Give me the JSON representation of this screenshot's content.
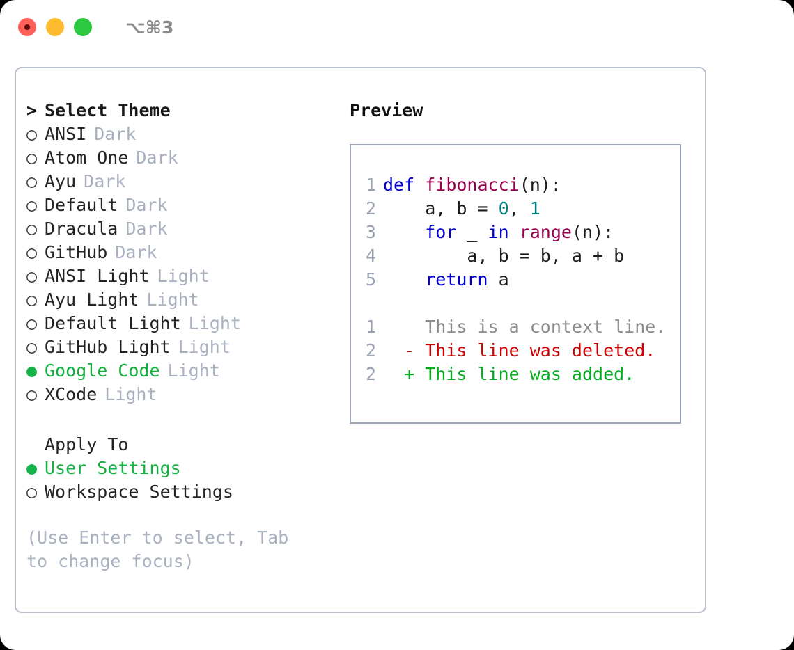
{
  "window": {
    "shortcut": "⌥⌘3",
    "traffic_lights": [
      {
        "name": "close",
        "color": "#ff6058"
      },
      {
        "name": "minimize",
        "color": "#fdbc2f"
      },
      {
        "name": "maximize",
        "color": "#2bc840"
      }
    ]
  },
  "theme_picker": {
    "prompt_marker": ">",
    "heading": "Select Theme",
    "bullet_selected": "●",
    "bullet_unselected": "○",
    "items": [
      {
        "label": "ANSI",
        "tag": "Dark",
        "selected": false
      },
      {
        "label": "Atom One",
        "tag": "Dark",
        "selected": false
      },
      {
        "label": "Ayu",
        "tag": "Dark",
        "selected": false
      },
      {
        "label": "Default",
        "tag": "Dark",
        "selected": false
      },
      {
        "label": "Dracula",
        "tag": "Dark",
        "selected": false
      },
      {
        "label": "GitHub",
        "tag": "Dark",
        "selected": false
      },
      {
        "label": "ANSI Light",
        "tag": "Light",
        "selected": false
      },
      {
        "label": "Ayu Light",
        "tag": "Light",
        "selected": false
      },
      {
        "label": "Default Light",
        "tag": "Light",
        "selected": false
      },
      {
        "label": "GitHub Light",
        "tag": "Light",
        "selected": false
      },
      {
        "label": "Google Code",
        "tag": "Light",
        "selected": true
      },
      {
        "label": "XCode",
        "tag": "Light",
        "selected": false
      }
    ]
  },
  "apply_to": {
    "heading": "Apply To",
    "options": [
      {
        "label": "User Settings",
        "selected": true
      },
      {
        "label": "Workspace Settings",
        "selected": false
      }
    ]
  },
  "hint": "(Use Enter to select, Tab to change focus)",
  "preview": {
    "title": "Preview",
    "code_lines": [
      {
        "number": "1",
        "tokens": [
          {
            "text": "def ",
            "type": "kw"
          },
          {
            "text": "fibonacci",
            "type": "fn"
          },
          {
            "text": "(n):",
            "type": "punct"
          }
        ]
      },
      {
        "number": "2",
        "tokens": [
          {
            "text": "    a, b = ",
            "type": "plain"
          },
          {
            "text": "0",
            "type": "num"
          },
          {
            "text": ", ",
            "type": "plain"
          },
          {
            "text": "1",
            "type": "num"
          }
        ]
      },
      {
        "number": "3",
        "tokens": [
          {
            "text": "    ",
            "type": "plain"
          },
          {
            "text": "for",
            "type": "kw"
          },
          {
            "text": " _ ",
            "type": "plain"
          },
          {
            "text": "in",
            "type": "kw"
          },
          {
            "text": " ",
            "type": "plain"
          },
          {
            "text": "range",
            "type": "fn"
          },
          {
            "text": "(n):",
            "type": "punct"
          }
        ]
      },
      {
        "number": "4",
        "tokens": [
          {
            "text": "        a, b = b, a + b",
            "type": "plain"
          }
        ]
      },
      {
        "number": "5",
        "tokens": [
          {
            "text": "    ",
            "type": "plain"
          },
          {
            "text": "return",
            "type": "kw"
          },
          {
            "text": " a",
            "type": "plain"
          }
        ]
      }
    ],
    "diff_lines": [
      {
        "number": "1",
        "sign": " ",
        "text": "This is a context line.",
        "kind": "ctx"
      },
      {
        "number": "2",
        "sign": "-",
        "text": "This line was deleted.",
        "kind": "del"
      },
      {
        "number": "2",
        "sign": "+",
        "text": "This line was added.",
        "kind": "add"
      }
    ]
  },
  "colors": {
    "accent_green": "#12b13f",
    "tag_gray": "#a9b1c0",
    "keyword_blue": "#0000cc",
    "function_magenta": "#99004d",
    "number_teal": "#007d7d",
    "diff_delete_red": "#cc0000",
    "diff_add_green": "#00ad1d",
    "panel_border": "#b9c0cc",
    "preview_border": "#9aa5b5"
  }
}
